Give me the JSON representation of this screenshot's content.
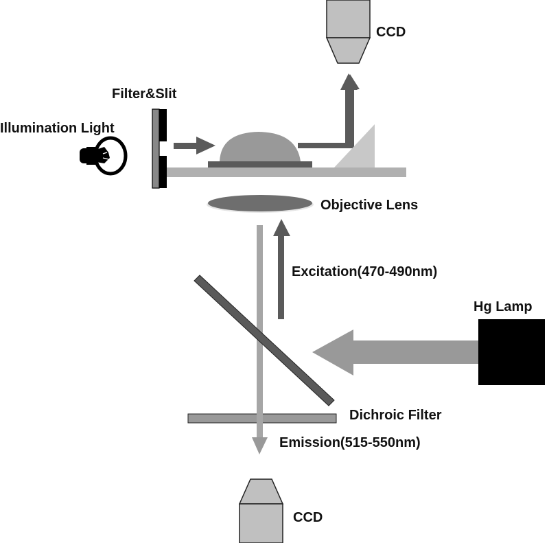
{
  "labels": {
    "ccd_top": "CCD",
    "filter_slit": "Filter&Slit",
    "illumination_light": "Illumination Light",
    "objective_lens": "Objective Lens",
    "excitation": "Excitation(470-490nm)",
    "hg_lamp": "Hg Lamp",
    "dichroic_filter": "Dichroic Filter",
    "emission": "Emission(515-550nm)",
    "ccd_bottom": "CCD"
  },
  "colors": {
    "dark_gray": "#5a5a5a",
    "mid_gray": "#999999",
    "light_gray": "#c0c0c0",
    "black": "#000000",
    "text": "#111111"
  },
  "components": [
    "ccd-camera-top",
    "illumination-bulb",
    "filter-slit",
    "sample-stage",
    "sample-droplet",
    "prism",
    "objective-lens",
    "dichroic-mirror",
    "emission-filter",
    "hg-lamp",
    "ccd-camera-bottom"
  ]
}
